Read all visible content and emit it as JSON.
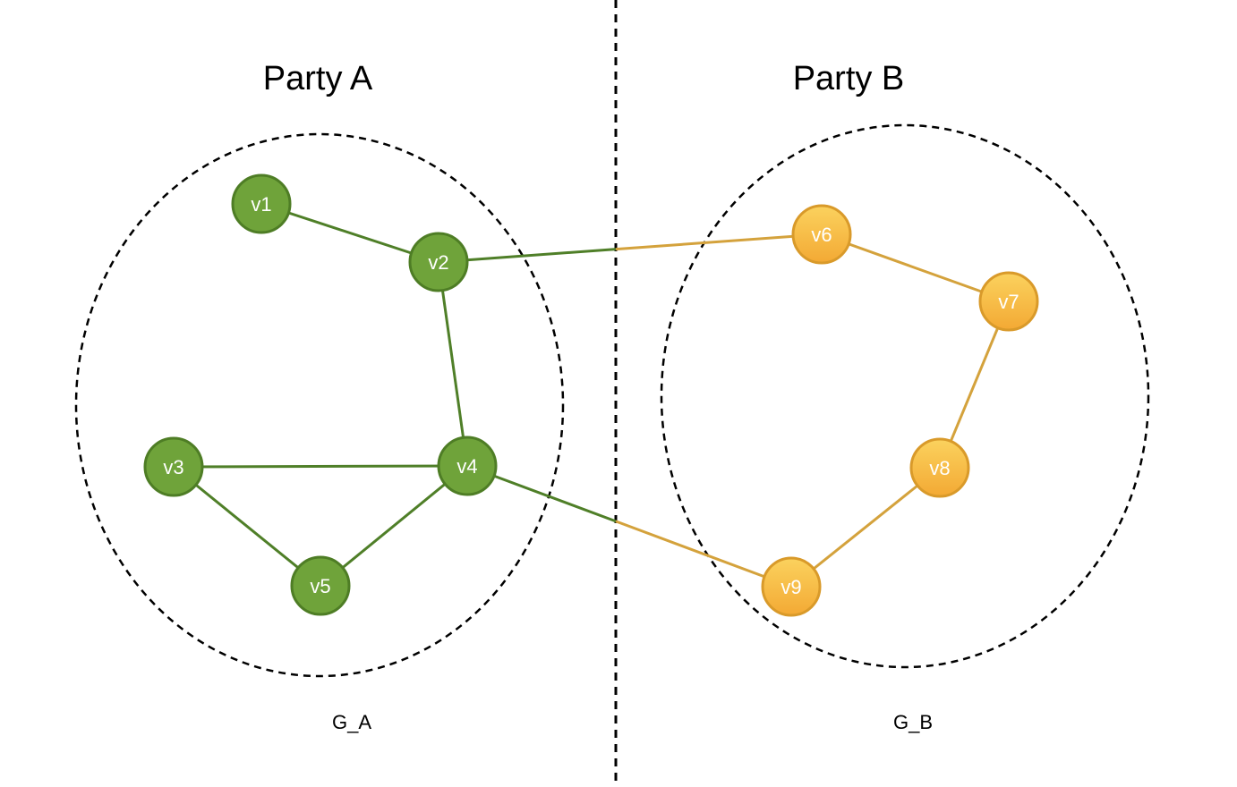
{
  "parties": [
    {
      "id": "A",
      "title": "Party A",
      "graph_label": "G_A",
      "fill": "#6fa33a",
      "stroke": "#4e7d25",
      "edge": "#4f7f28"
    },
    {
      "id": "B",
      "title": "Party B",
      "graph_label": "G_B",
      "fill": "#f6b73c",
      "stroke": "#d99a2a",
      "edge": "#d4a23c"
    }
  ],
  "nodes": [
    {
      "id": "v1",
      "label": "v1",
      "party": "A"
    },
    {
      "id": "v2",
      "label": "v2",
      "party": "A"
    },
    {
      "id": "v3",
      "label": "v3",
      "party": "A"
    },
    {
      "id": "v4",
      "label": "v4",
      "party": "A"
    },
    {
      "id": "v5",
      "label": "v5",
      "party": "A"
    },
    {
      "id": "v6",
      "label": "v6",
      "party": "B"
    },
    {
      "id": "v7",
      "label": "v7",
      "party": "B"
    },
    {
      "id": "v8",
      "label": "v8",
      "party": "B"
    },
    {
      "id": "v9",
      "label": "v9",
      "party": "B"
    }
  ],
  "edges": [
    {
      "from": "v1",
      "to": "v2"
    },
    {
      "from": "v2",
      "to": "v4"
    },
    {
      "from": "v3",
      "to": "v4"
    },
    {
      "from": "v3",
      "to": "v5"
    },
    {
      "from": "v5",
      "to": "v4"
    },
    {
      "from": "v6",
      "to": "v7"
    },
    {
      "from": "v7",
      "to": "v8"
    },
    {
      "from": "v8",
      "to": "v9"
    },
    {
      "from": "v2",
      "to": "v6"
    },
    {
      "from": "v4",
      "to": "v9"
    }
  ]
}
